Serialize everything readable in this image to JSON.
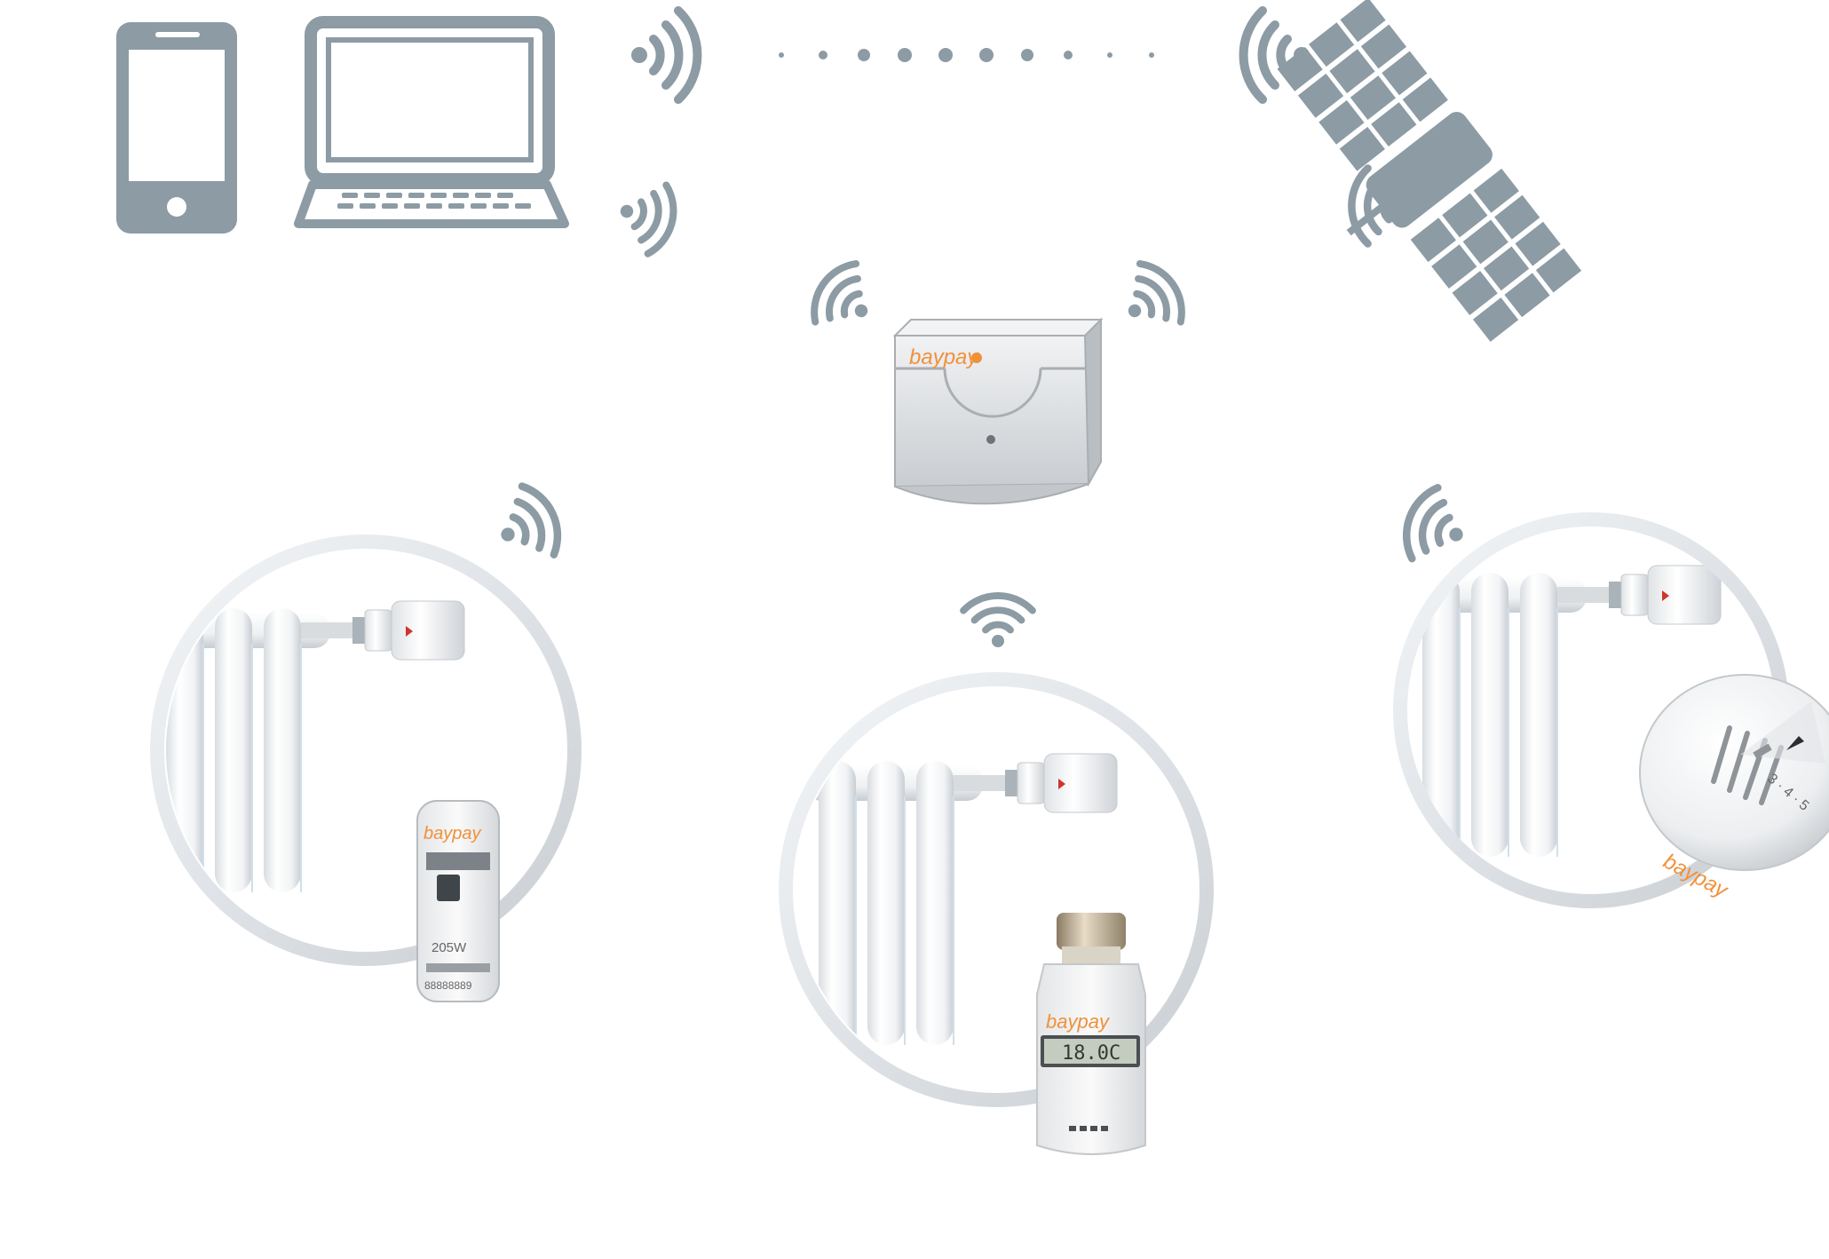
{
  "colors": {
    "icon_gray": "#8c9ba4",
    "brand_orange": "#f0913a",
    "radiator_white": "#f4f6f8",
    "ring_gray": "#dde1e5"
  },
  "icons": {
    "phone": "smartphone-icon",
    "laptop": "laptop-icon",
    "satellite": "satellite-icon",
    "signal": "wifi-signal-icon",
    "gateway": "gateway-box",
    "allocator": "heat-cost-allocator",
    "thermostat": "radiator-thermostat",
    "valve_head": "thermostatic-valve-head"
  },
  "gateway": {
    "brand": "baypay"
  },
  "allocator": {
    "brand": "baypay",
    "model": "205W",
    "serial": "88888889"
  },
  "thermostat": {
    "brand": "baypay",
    "display": "18.0C"
  },
  "valve_head": {
    "brand": "baypay",
    "scale": "3 · 4 · 5"
  }
}
